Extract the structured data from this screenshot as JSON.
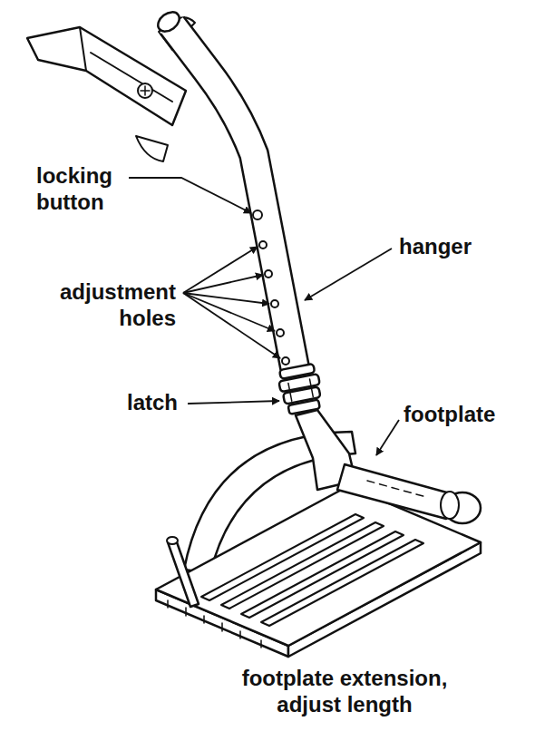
{
  "diagram": {
    "caption": "footplate extension, adjust length",
    "labels": [
      "locking button",
      "adjustment holes",
      "hanger",
      "latch",
      "footplate"
    ]
  }
}
